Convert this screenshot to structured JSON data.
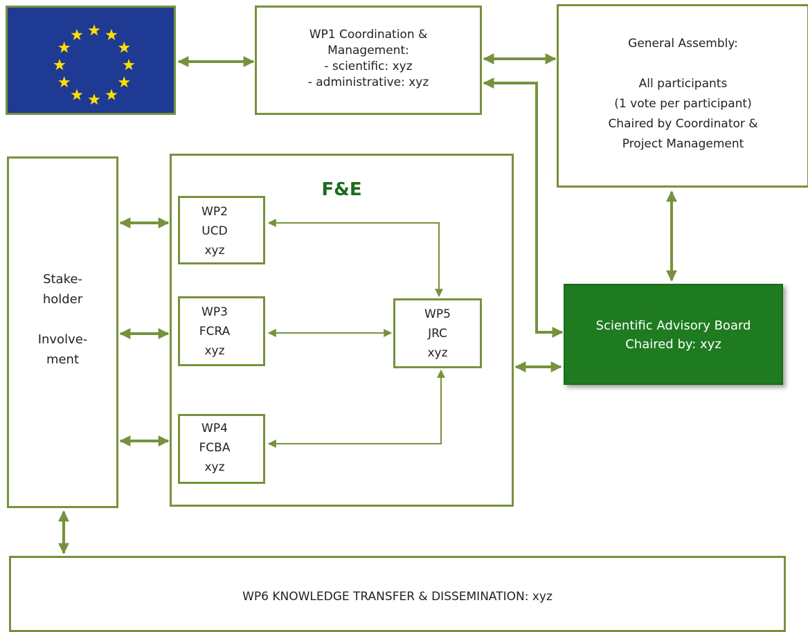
{
  "colors": {
    "border": "#76923c",
    "arrow": "#76923c",
    "eu_blue": "#1f3a93",
    "eu_star": "#ffdd00",
    "board_fill": "#1e7b20",
    "fe_title": "#1e6b1e"
  },
  "eu_flag": {
    "icon": "eu-flag-icon",
    "star_count": 12
  },
  "wp1": {
    "lines": [
      "WP1 Coordination &",
      "Management:",
      "- scientific: xyz",
      "- administrative: xyz"
    ]
  },
  "general_assembly": {
    "lines": [
      "General Assembly:",
      "",
      "All participants",
      "(1 vote per participant)",
      "Chaired by Coordinator &",
      "Project Management"
    ]
  },
  "stakeholder": {
    "lines": [
      "Stake-",
      "holder",
      "",
      "Involve-",
      "ment"
    ]
  },
  "fe": {
    "title": "F&E",
    "wp2": {
      "lines": [
        "WP2",
        "UCD",
        "xyz"
      ]
    },
    "wp3": {
      "lines": [
        "WP3",
        "FCRA",
        "xyz"
      ]
    },
    "wp4": {
      "lines": [
        "WP4",
        "FCBA",
        "xyz"
      ]
    },
    "wp5": {
      "lines": [
        "WP5",
        "JRC",
        "xyz"
      ]
    }
  },
  "advisory_board": {
    "lines": [
      "Scientific Advisory Board",
      "Chaired by: xyz"
    ]
  },
  "wp6": {
    "label": "WP6 KNOWLEDGE TRANSFER & DISSEMINATION:  xyz"
  }
}
